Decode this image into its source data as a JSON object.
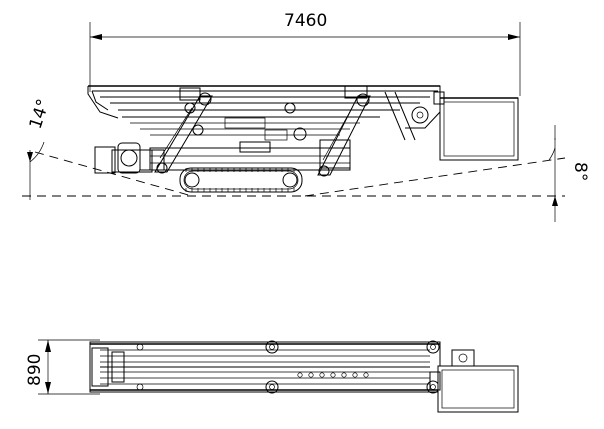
{
  "dimensions": {
    "overall_length": "7460",
    "front_angle": "14°",
    "rear_angle": "8°",
    "width": "890"
  },
  "views": [
    "side-view",
    "top-view"
  ]
}
